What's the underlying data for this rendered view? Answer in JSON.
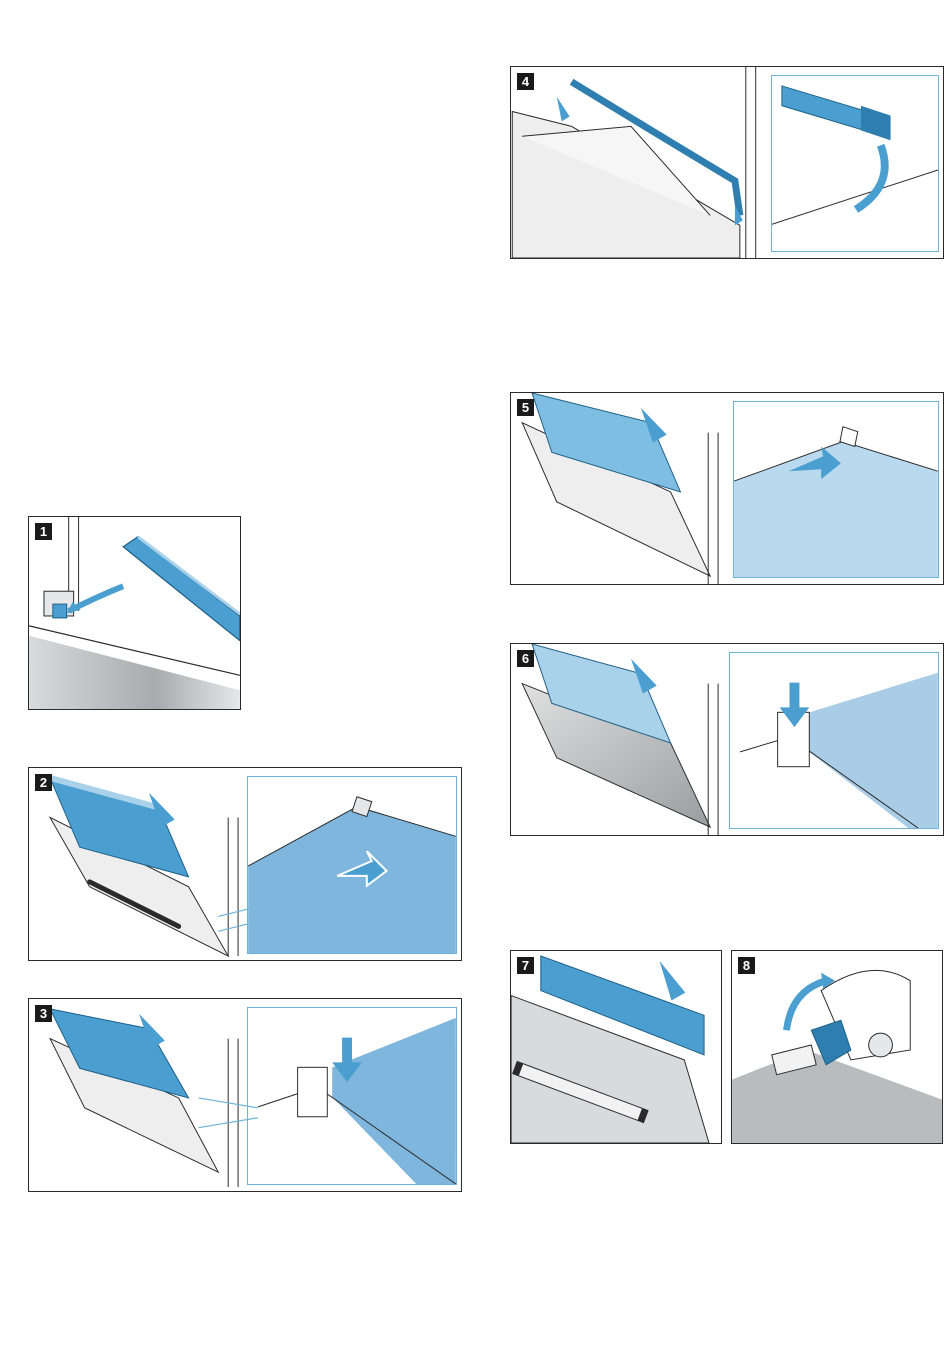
{
  "steps": [
    {
      "number": "1"
    },
    {
      "number": "2"
    },
    {
      "number": "3"
    },
    {
      "number": "4"
    },
    {
      "number": "5"
    },
    {
      "number": "6"
    },
    {
      "number": "7"
    },
    {
      "number": "8"
    }
  ],
  "colors": {
    "part_blue": "#4a9fd0",
    "part_blue_light": "#a9d2ea",
    "detail_fill": "#7fb6dd",
    "detail_border": "#6fb3d6",
    "outline": "#2a2a2a",
    "steel_grey": "#b9bcbf"
  }
}
